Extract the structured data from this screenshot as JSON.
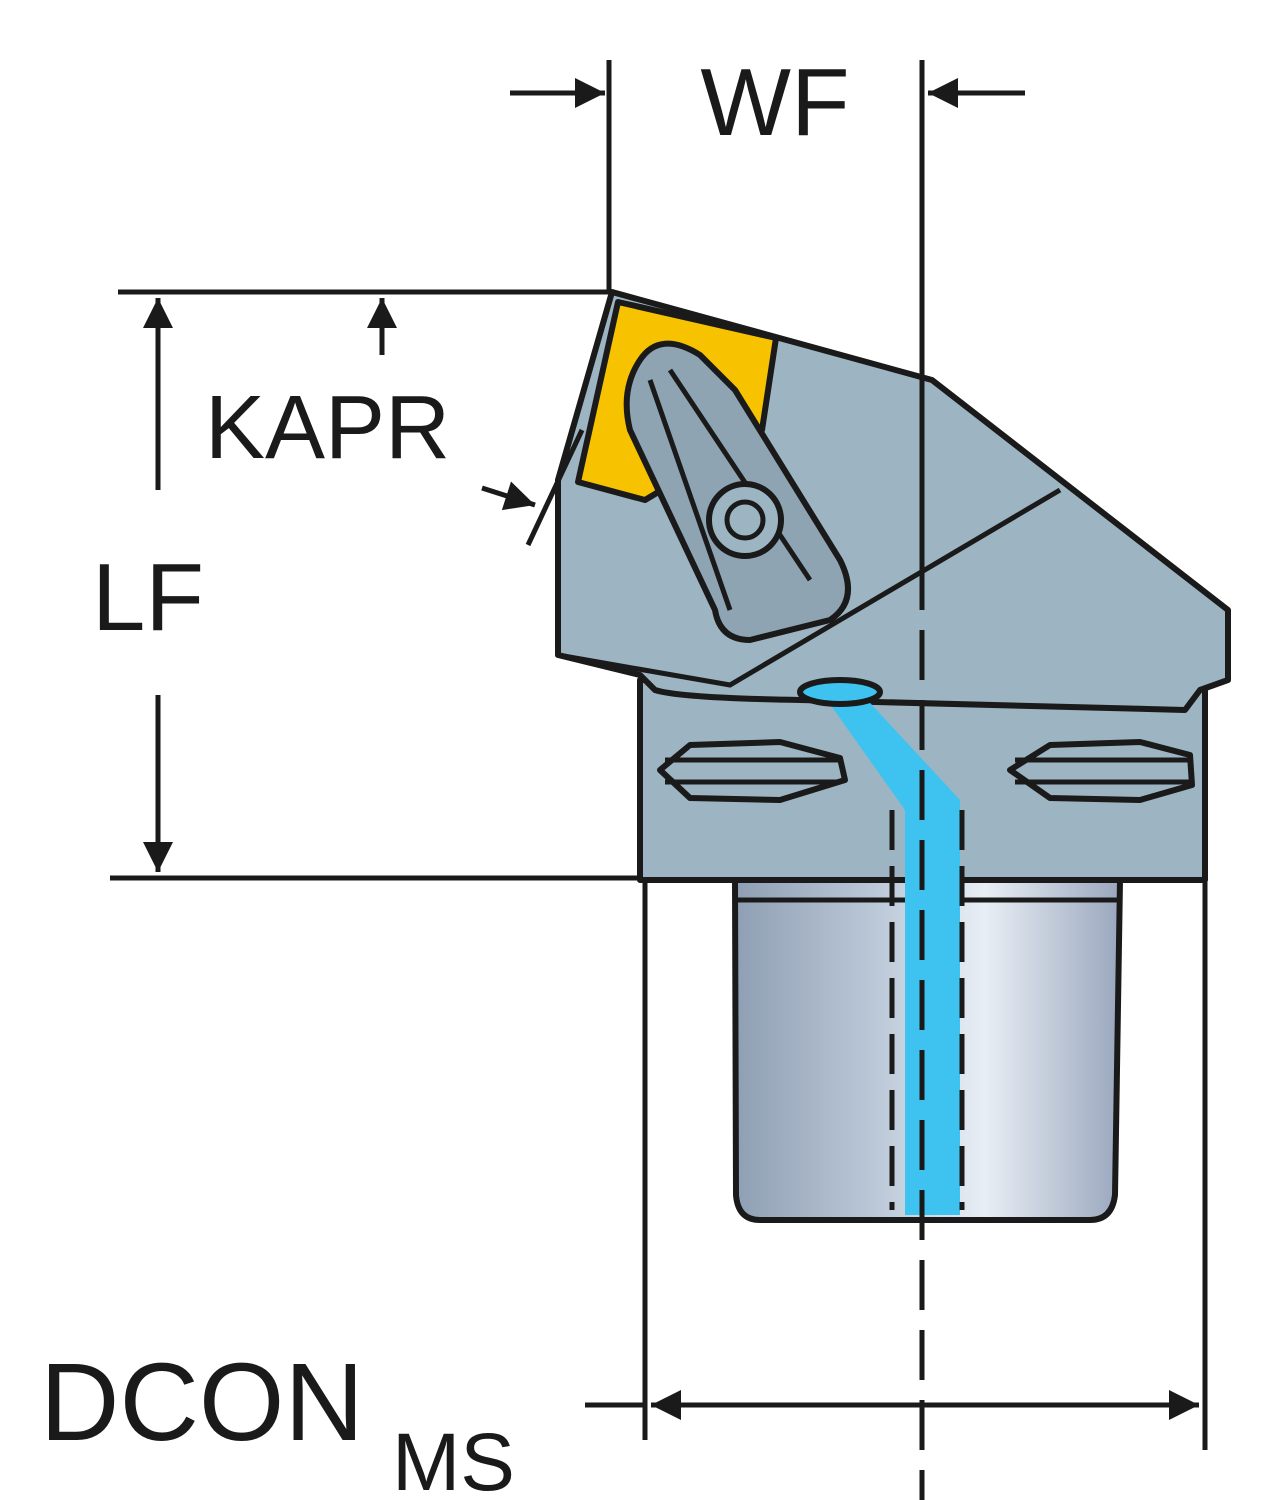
{
  "labels": {
    "wf": "WF",
    "kapr": "KAPR",
    "lf": "LF",
    "dcon": "DCON",
    "dcon_subscript": "MS"
  },
  "colors": {
    "body": "#9db4c2",
    "insert": "#f7c200",
    "coolant": "#3ec3f0",
    "outline": "#1a1a1a"
  }
}
